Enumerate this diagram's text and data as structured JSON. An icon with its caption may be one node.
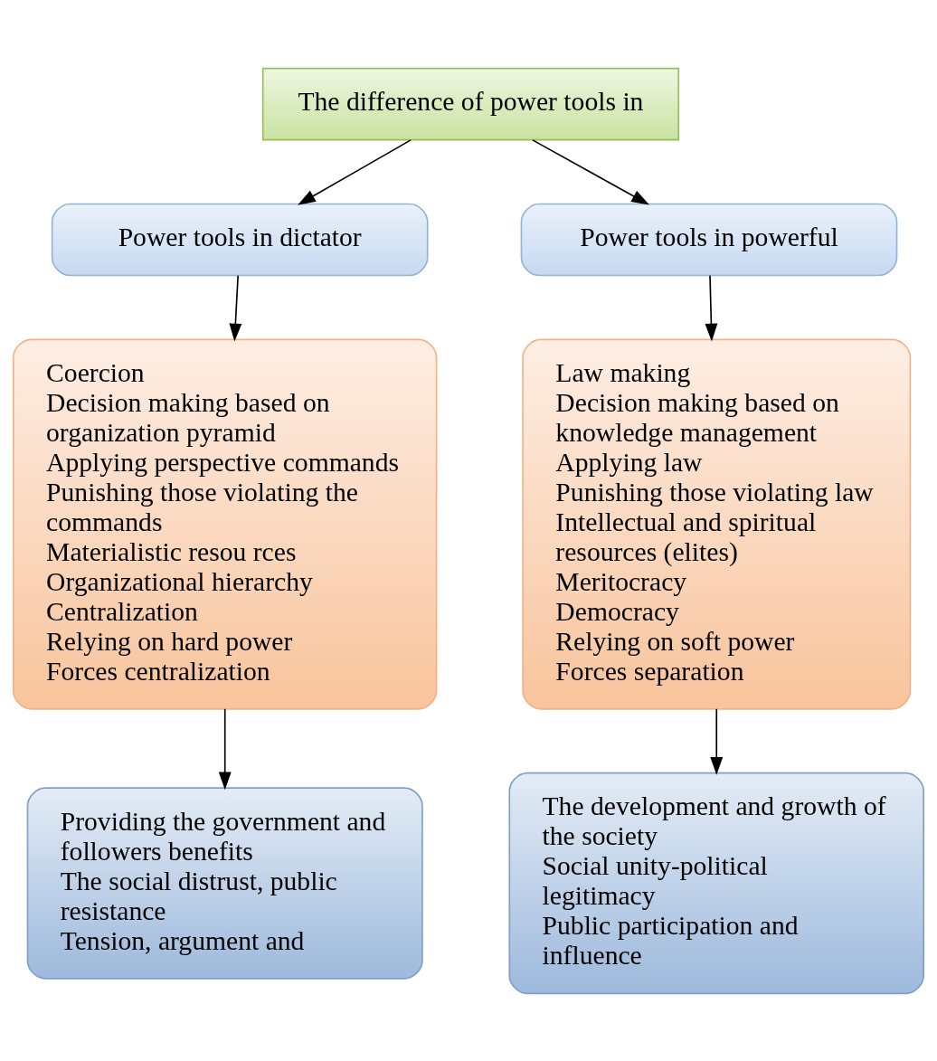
{
  "diagram": {
    "nodes": [
      {
        "text": [
          "The difference of power tools in"
        ]
      },
      {
        "text": [
          "Power tools in dictator"
        ]
      },
      {
        "text": [
          "Power tools in powerful"
        ]
      },
      {
        "text": [
          "Coercion",
          "Decision making based on organization pyramid",
          "Applying perspective commands",
          "Punishing those violating the commands",
          "Materialistic resou rces",
          "Organizational hierarchy",
          "Centralization",
          "Relying on hard power",
          "Forces centralization"
        ]
      },
      {
        "text": [
          "Law making",
          "Decision making based on knowledge management",
          "Applying law",
          "Punishing those violating law",
          "Intellectual and spiritual resources (elites)",
          "Meritocracy",
          "Democracy",
          "Relying on soft power",
          "Forces separation"
        ]
      },
      {
        "text": [
          "Providing the government and followers benefits",
          "The social distrust, public resistance",
          "Tension, argument and"
        ]
      },
      {
        "text": [
          "The development and growth of the society",
          "Social unity-political legitimacy",
          "Public participation and influence"
        ]
      }
    ],
    "edges": [
      {
        "from": 0,
        "to": 1,
        "arrow": "to"
      },
      {
        "from": 0,
        "to": 2,
        "arrow": "to"
      },
      {
        "from": 1,
        "to": 3,
        "arrow": "to"
      },
      {
        "from": 2,
        "to": 4,
        "arrow": "to"
      },
      {
        "from": 3,
        "to": 5,
        "arrow": "to"
      },
      {
        "from": 4,
        "to": 6,
        "arrow": "to"
      }
    ]
  }
}
